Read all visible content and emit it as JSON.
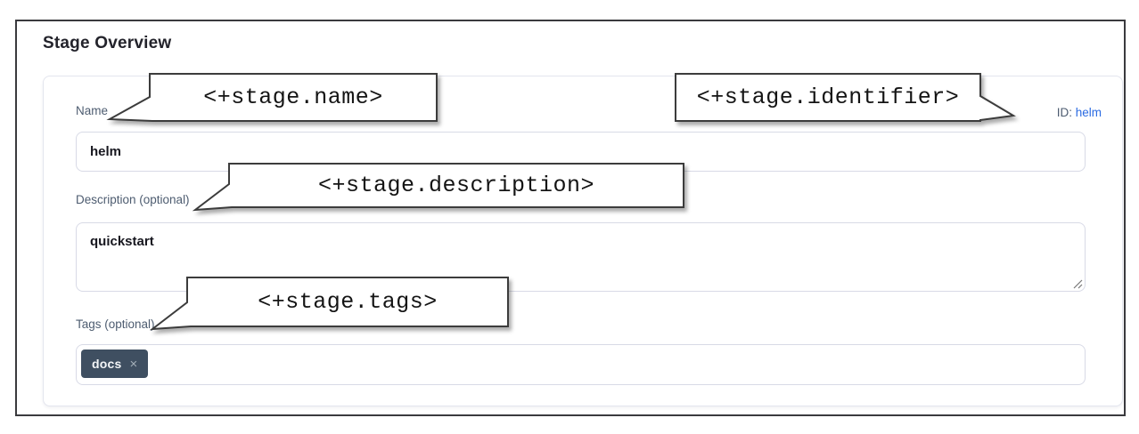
{
  "panel": {
    "title": "Stage Overview"
  },
  "form": {
    "name": {
      "label": "Name",
      "value": "helm"
    },
    "identifier": {
      "label": "ID:",
      "value": "helm"
    },
    "description": {
      "label": "Description (optional)",
      "value": "quickstart"
    },
    "tags": {
      "label": "Tags (optional)",
      "chips": [
        {
          "text": "docs",
          "remove_icon": "×"
        }
      ]
    }
  },
  "callouts": {
    "name": "<+stage.name>",
    "identifier": "<+stage.identifier>",
    "description": "<+stage.description>",
    "tags": "<+stage.tags>"
  },
  "colors": {
    "link_blue": "#2b6be2",
    "tag_chip_bg": "#3f4f61",
    "label_slate": "#4d5c70",
    "frame_border": "#3a3a3e"
  }
}
